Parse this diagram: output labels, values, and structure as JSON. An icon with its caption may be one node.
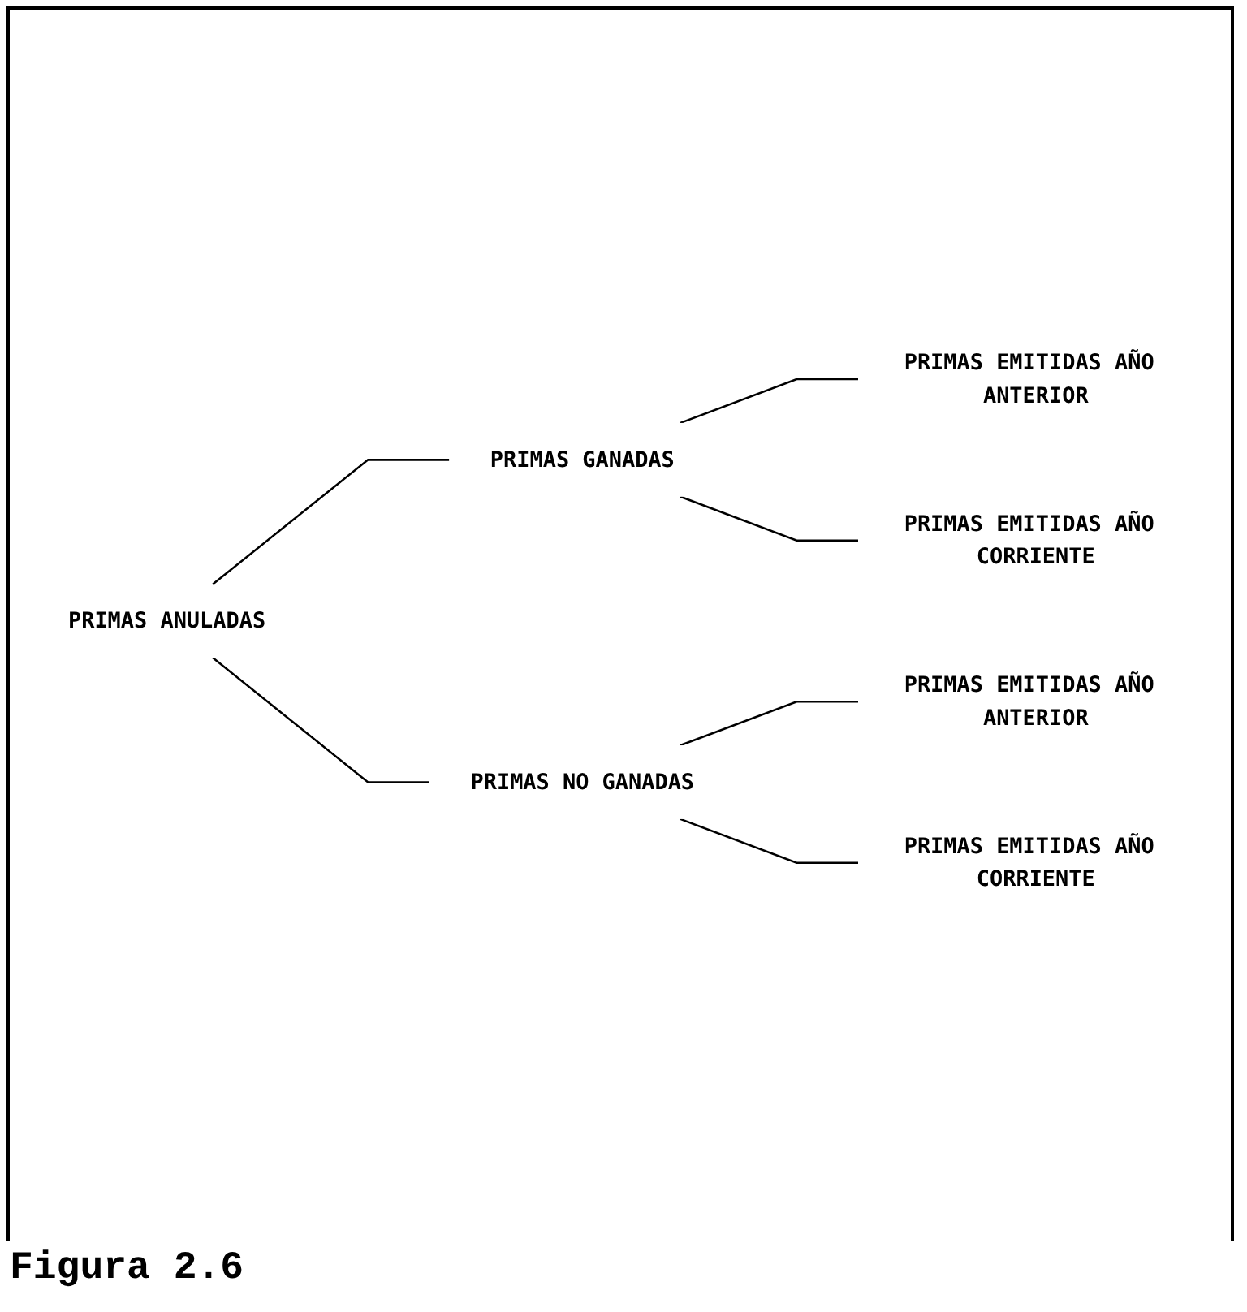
{
  "diagram": {
    "caption": "Figura 2.6",
    "nodes": [
      {
        "text": [
          "PRIMAS ANULADAS"
        ]
      },
      {
        "text": [
          "PRIMAS GANADAS"
        ]
      },
      {
        "text": [
          "PRIMAS EMITIDAS AÑO ANTERIOR"
        ]
      },
      {
        "text": [
          "PRIMAS EMITIDAS AÑO CORRIENTE"
        ]
      },
      {
        "text": [
          "PRIMAS NO GANADAS"
        ]
      },
      {
        "text": [
          "PRIMAS EMITIDAS AÑO ANTERIOR"
        ]
      },
      {
        "text": [
          "PRIMAS EMITIDAS AÑO CORRIENTE"
        ]
      }
    ],
    "edges": [
      {
        "from": 0,
        "to": 1,
        "arrow": "none"
      },
      {
        "from": 1,
        "to": 2,
        "arrow": "none"
      },
      {
        "from": 1,
        "to": 3,
        "arrow": "none"
      },
      {
        "from": 0,
        "to": 4,
        "arrow": "none"
      },
      {
        "from": 4,
        "to": 5,
        "arrow": "none"
      },
      {
        "from": 4,
        "to": 6,
        "arrow": "none"
      }
    ]
  }
}
